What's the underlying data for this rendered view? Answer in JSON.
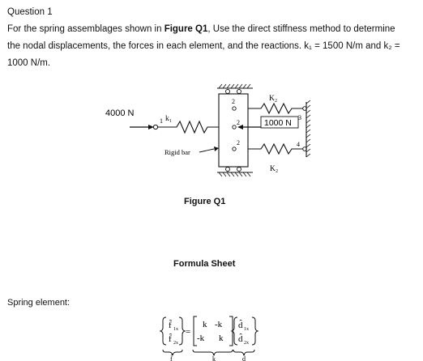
{
  "question": {
    "title": "Question 1",
    "line1_a": "For the spring assemblages shown in ",
    "line1_bold": "Figure Q1",
    "line1_b": ", Use the direct stiffness method to determine",
    "line2": "the nodal displacements, the forces in each element, and the reactions. k₁ = 1500 N/m and k₂ =",
    "line3": "1000 N/m."
  },
  "figure": {
    "caption": "Figure Q1",
    "force_left": "4000 N",
    "force_right": "1000 N",
    "k1_label": "k₁",
    "k2_top_label": "K₂",
    "k2_bottom_label": "K₂",
    "rigid_bar_label": "Rigid bar",
    "node_1": "1",
    "node_2_top": "2",
    "node_2_mid": "2",
    "node_2_low": "2",
    "node_3": "3",
    "node_4": "4"
  },
  "formula_sheet": {
    "title": "Formula Sheet",
    "spring_element_label": "Spring element:",
    "f1x": "f̂",
    "f1x_sub": "1x",
    "f2x": "f̂",
    "f2x_sub": "2x",
    "k11": "k",
    "k12": "-k",
    "k21": "-k",
    "k22": "k",
    "d1x": "d̂",
    "d1x_sub": "1x",
    "d2x": "d̂",
    "d2x_sub": "2x",
    "equals": "=",
    "f_vec": "f̂",
    "k_mat": "k̂",
    "d_vec": "d̂"
  }
}
